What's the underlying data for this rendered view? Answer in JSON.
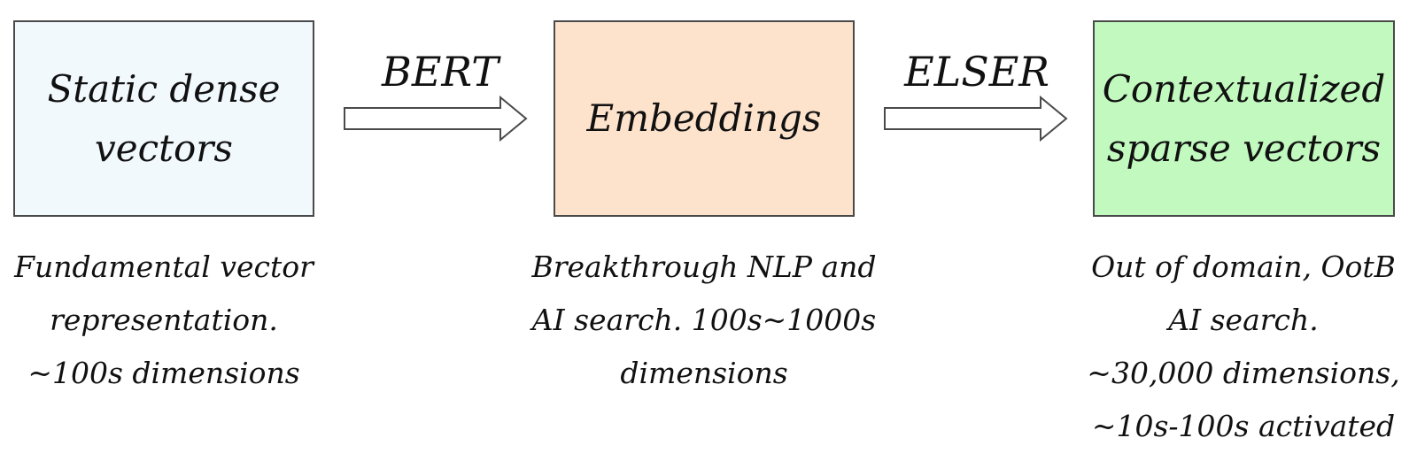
{
  "nodes": [
    {
      "id": "static",
      "lines": [
        "Static dense",
        "vectors"
      ],
      "color": "#f2f9fd"
    },
    {
      "id": "embeddings",
      "lines": [
        "Embeddings"
      ],
      "color": "#fde3cc"
    },
    {
      "id": "contextualized",
      "lines": [
        "Contextualized",
        "sparse vectors"
      ],
      "color": "#c1f9be"
    }
  ],
  "edges": [
    {
      "from": "static",
      "to": "embeddings",
      "label": "BERT"
    },
    {
      "from": "embeddings",
      "to": "contextualized",
      "label": "ELSER"
    }
  ],
  "descriptions": {
    "static": [
      "Fundamental vector",
      "representation.",
      "~100s dimensions"
    ],
    "embeddings": [
      "Breakthrough NLP and",
      "AI search. 100s~1000s",
      "dimensions"
    ],
    "contextualized": [
      "Out of domain, OotB",
      "AI search.",
      "~30,000 dimensions,",
      "~10s-100s activated"
    ]
  },
  "colors": {
    "border": "#4a4a4a",
    "text": "#111111"
  }
}
